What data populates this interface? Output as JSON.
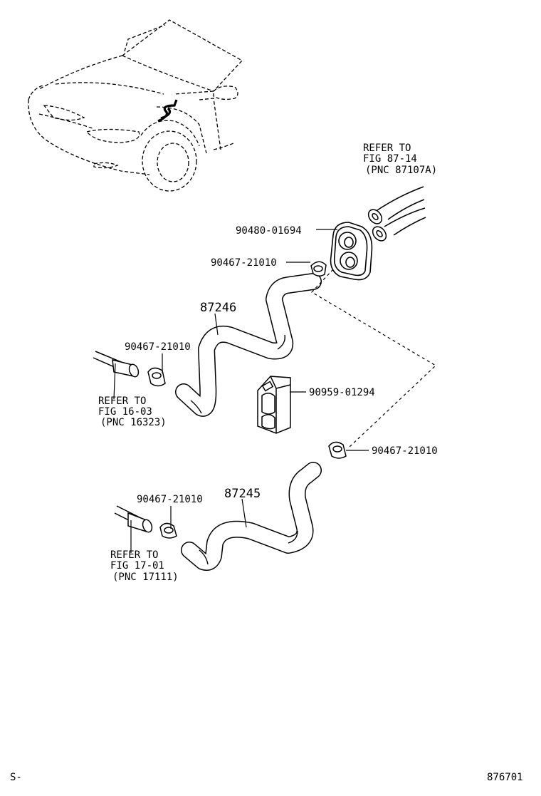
{
  "diagram": {
    "callouts": {
      "grommet": "90480-01694",
      "clip_upper": "90467-21010",
      "hose_upper": "87246",
      "clip_left_upper": "90467-21010",
      "clamp_block": "90959-01294",
      "clip_right_lower": "90467-21010",
      "hose_lower": "87245",
      "clip_left_lower": "90467-21010"
    },
    "refer_upper_right": [
      "REFER TO",
      "FIG 87-14",
      "(PNC 87107A)"
    ],
    "refer_left_upper": [
      "REFER TO",
      "FIG 16-03",
      "(PNC 16323)"
    ],
    "refer_left_lower": [
      "REFER TO",
      "FIG 17-01",
      "(PNC 17111)"
    ],
    "footer_left": "S-",
    "footer_right": "876701"
  }
}
